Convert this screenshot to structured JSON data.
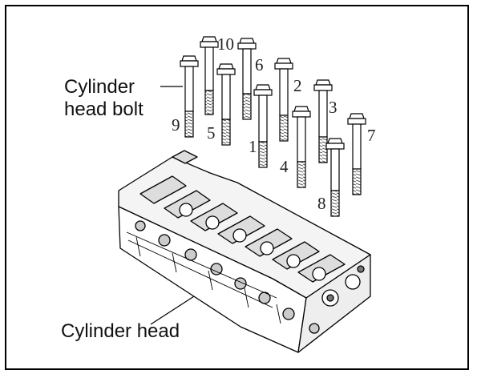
{
  "labels": {
    "bolt_line1": "Cylinder",
    "bolt_line2": "head bolt",
    "head": "Cylinder head"
  },
  "bolt_numbers": [
    "1",
    "2",
    "3",
    "4",
    "5",
    "6",
    "7",
    "8",
    "9",
    "10"
  ],
  "icons": [
    "cylinder-head-bolt-icon",
    "cylinder-head-icon"
  ],
  "colors": {
    "line": "#000000",
    "background": "#ffffff",
    "shade": "#777777"
  }
}
